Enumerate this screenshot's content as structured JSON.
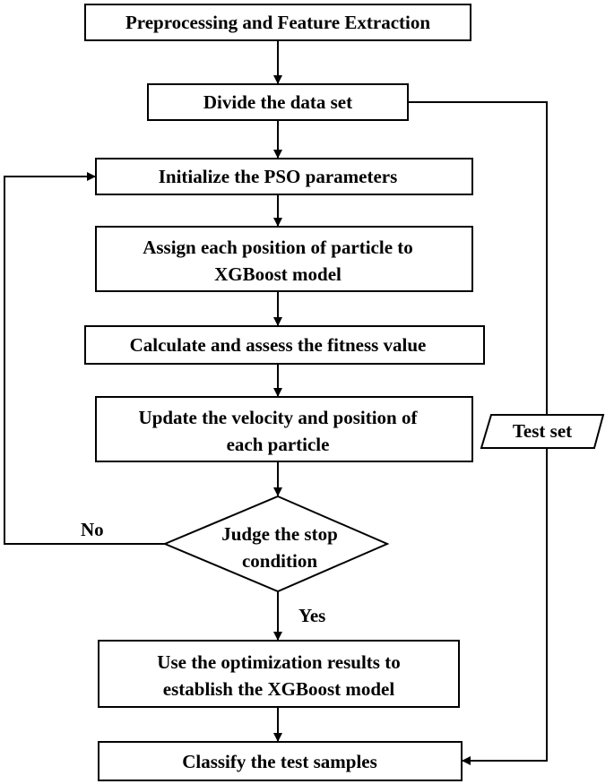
{
  "steps": {
    "preprocess": "Preprocessing and Feature Extraction",
    "divide": "Divide the data set",
    "init_pso": "Initialize the PSO parameters",
    "assign_line1": "Assign each position of particle to",
    "assign_line2": "XGBoost model",
    "calc": "Calculate and assess the fitness value",
    "update_line1": "Update the velocity and position of",
    "update_line2": "each particle",
    "judge_line1": "Judge the stop",
    "judge_line2": "condition",
    "use_line1": "Use the optimization results to",
    "use_line2": "establish the XGBoost model",
    "classify": "Classify the test samples"
  },
  "data_node": {
    "test_set": "Test set"
  },
  "edge_labels": {
    "no": "No",
    "yes": "Yes"
  }
}
